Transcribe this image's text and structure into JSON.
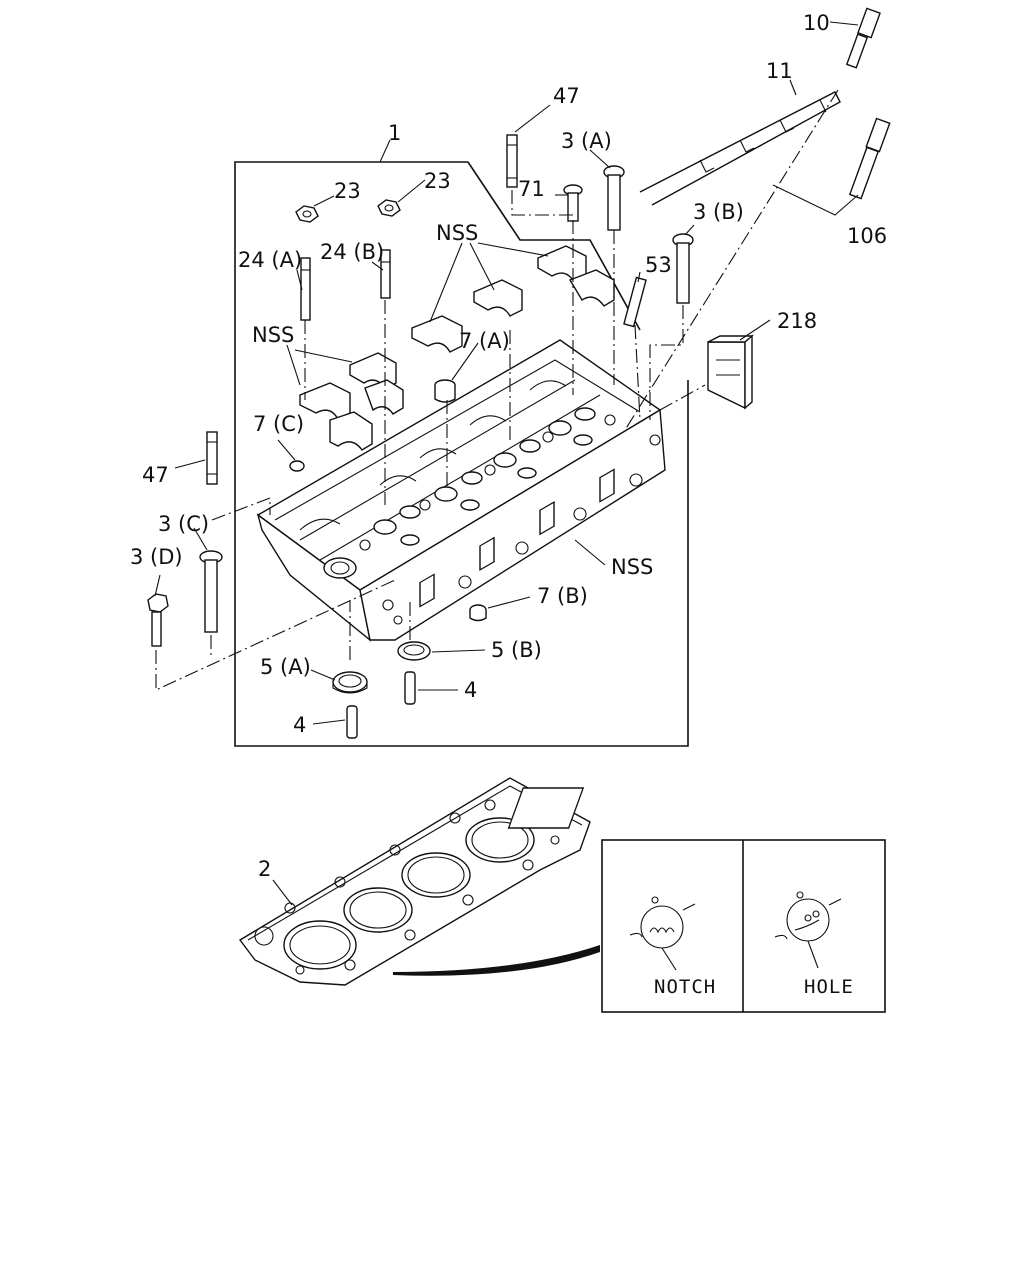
{
  "labels": {
    "p10": "10",
    "p11": "11",
    "p47_top": "47",
    "p1": "1",
    "p3a": "3 (A)",
    "p23_l": "23",
    "p23_r": "23",
    "p71": "71",
    "p3b": "3 (B)",
    "p106": "106",
    "p24a": "24 (A)",
    "p24b": "24 (B)",
    "nss_top": "NSS",
    "p53": "53",
    "p218": "218",
    "nss_left": "NSS",
    "p7a": "7 (A)",
    "p7c": "7 (C)",
    "p47_left": "47",
    "p3c": "3 (C)",
    "p3d": "3 (D)",
    "nss_right": "NSS",
    "p7b": "7 (B)",
    "p5b": "5 (B)",
    "p5a": "5 (A)",
    "p4_r": "4",
    "p4_l": "4",
    "p2": "2"
  },
  "detail": {
    "notch": "NOTCH",
    "hole": "HOLE"
  }
}
